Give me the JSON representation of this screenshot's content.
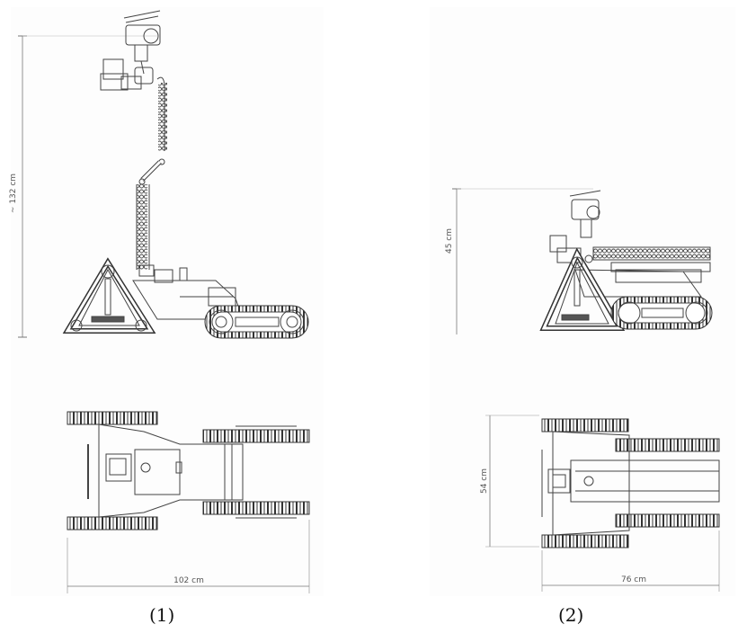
{
  "figures": [
    {
      "caption": "(1)",
      "height_label": "~ 132 cm",
      "length_label": "102 cm"
    },
    {
      "caption": "(2)",
      "height_label": "45 cm",
      "width_label": "54 cm",
      "length_label": "76 cm"
    }
  ],
  "colors": {
    "line": "#444444",
    "dim": "#666666",
    "track": "#333333"
  }
}
